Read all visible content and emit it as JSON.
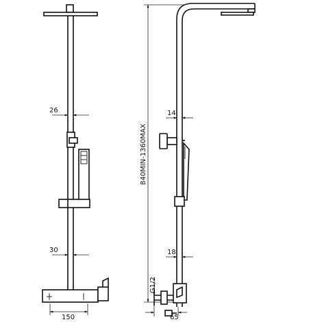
{
  "dimensions": {
    "overhead_arm_width": "26",
    "pipe_diameter_front": "30",
    "mixer_width": "150",
    "pipe_offset_side": "14",
    "pipe_diameter_side": "18",
    "wall_projection": "65",
    "height_range": "840MIN-1360MAX",
    "inlet_thread": "G1/2"
  }
}
